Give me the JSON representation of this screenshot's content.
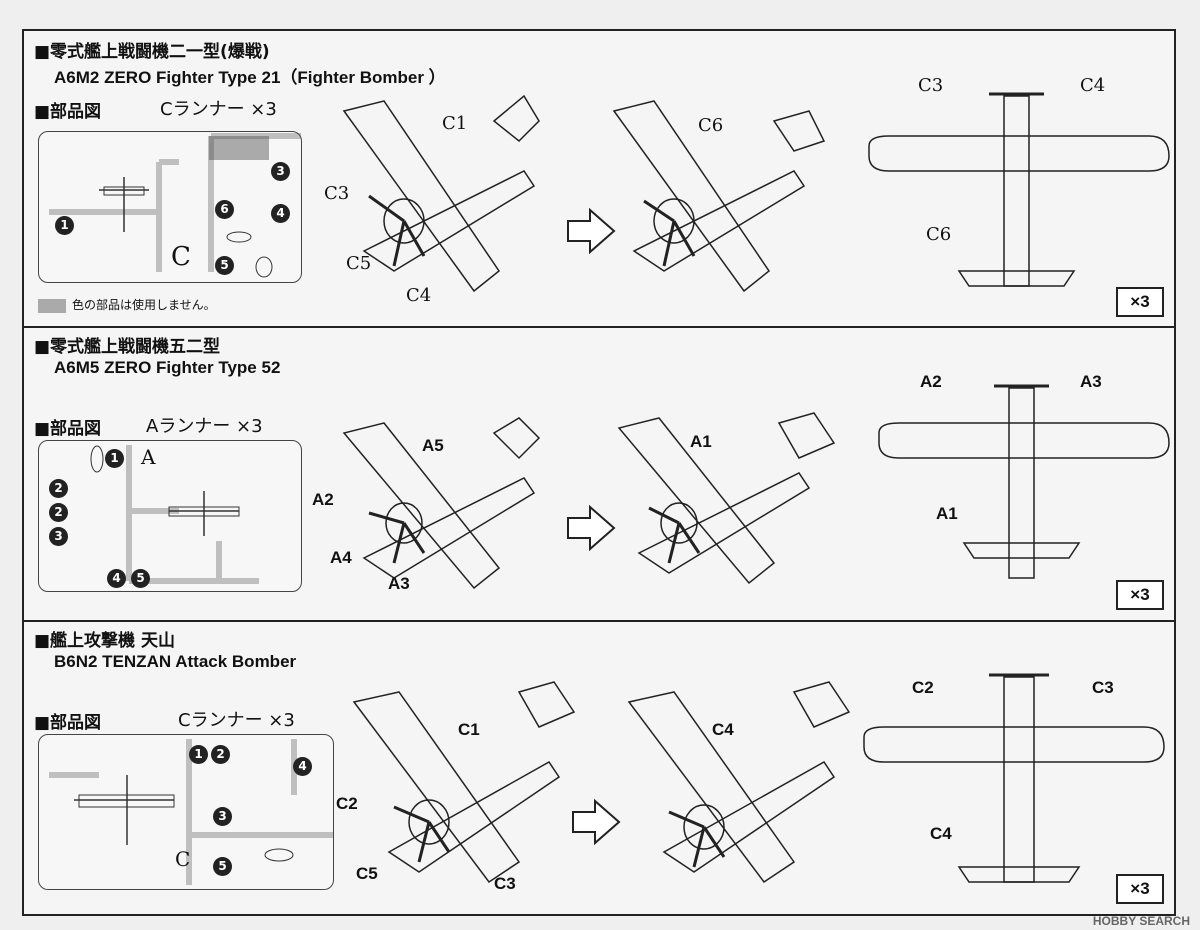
{
  "sections": [
    {
      "title_jp": "■零式艦上戦闘機二一型(爆戦)",
      "title_en": "A6M2 ZERO Fighter Type 21（Fighter Bomber ）",
      "parts_label": "■部品図",
      "runner_label": "Cランナー ×3",
      "sprue_letter": "C",
      "caption": "色の部品は使用しません。",
      "sprue_numbers": [
        "1",
        "3",
        "4",
        "5",
        "6"
      ],
      "step1_labels": [
        "C1",
        "C3",
        "C5",
        "C4"
      ],
      "step2_labels": [
        "C6"
      ],
      "top_labels": [
        "C3",
        "C4",
        "C6"
      ],
      "multiplier": "×3"
    },
    {
      "title_jp": "■零式艦上戦闘機五二型",
      "title_en": "A6M5 ZERO Fighter Type 52",
      "parts_label": "■部品図",
      "runner_label": "Aランナー ×3",
      "sprue_letter": "A",
      "sprue_numbers": [
        "1",
        "2",
        "2",
        "3",
        "4",
        "5"
      ],
      "step1_labels": [
        "A5",
        "A2",
        "A4",
        "A3"
      ],
      "step2_labels": [
        "A1"
      ],
      "top_labels": [
        "A2",
        "A3",
        "A1"
      ],
      "multiplier": "×3"
    },
    {
      "title_jp": "■艦上攻撃機 天山",
      "title_en": "B6N2 TENZAN Attack Bomber",
      "parts_label": "■部品図",
      "runner_label": "Cランナー ×3",
      "sprue_letter": "C",
      "sprue_numbers": [
        "1",
        "2",
        "4",
        "3",
        "5"
      ],
      "step1_labels": [
        "C1",
        "C2",
        "C5",
        "C3"
      ],
      "step2_labels": [
        "C4"
      ],
      "top_labels": [
        "C2",
        "C3",
        "C4"
      ],
      "multiplier": "×3"
    }
  ],
  "watermark": "HOBBY SEARCH",
  "colors": {
    "line": "#222222",
    "unused_part": "#aaaaaa",
    "paper": "#f5f5f5"
  }
}
